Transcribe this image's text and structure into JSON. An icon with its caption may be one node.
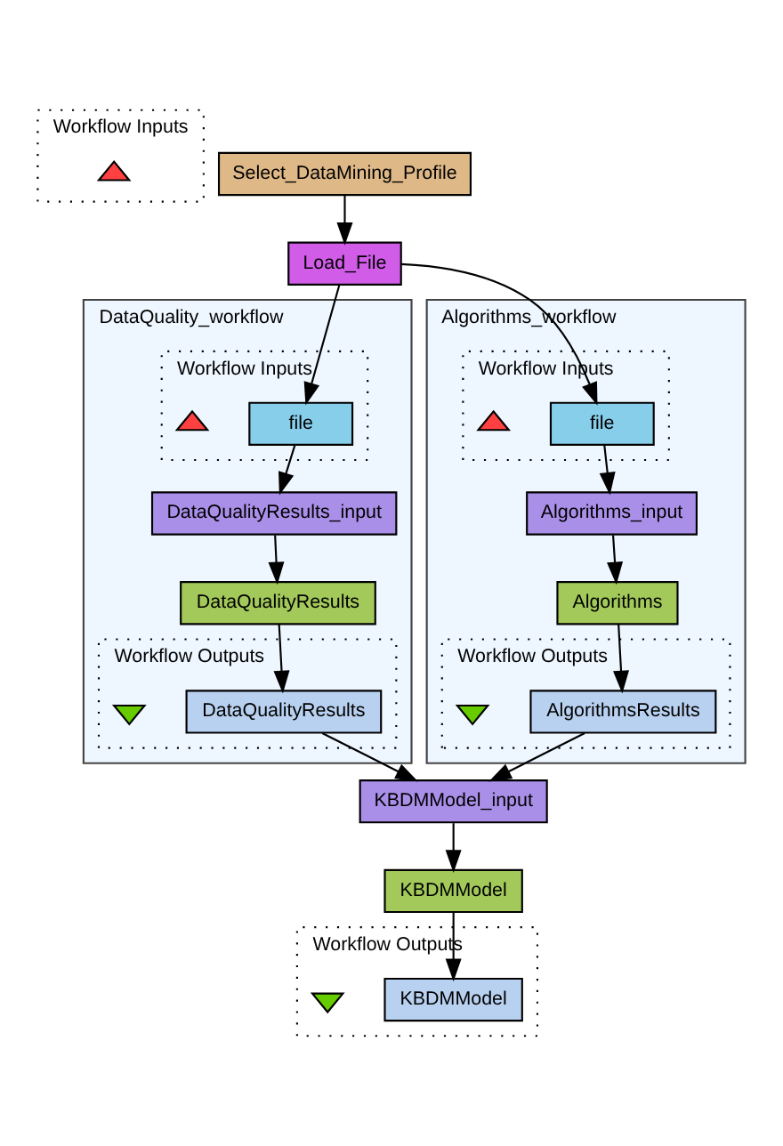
{
  "diagram": {
    "nodes": [
      {
        "text": [
          "Workflow Inputs"
        ]
      },
      {
        "text": [],
        "shape": "triangle",
        "in": 0
      },
      {
        "text": [
          "Select_DataMining_Profile"
        ]
      },
      {
        "text": [
          "Load_File"
        ]
      },
      {
        "text": [
          "DataQuality_workflow"
        ]
      },
      {
        "text": [
          "Workflow Inputs"
        ],
        "in": 4
      },
      {
        "text": [
          "file"
        ],
        "in": 5
      },
      {
        "text": [],
        "shape": "triangle",
        "in": 5
      },
      {
        "text": [
          "DataQualityResults_input"
        ],
        "in": 4
      },
      {
        "text": [
          "DataQualityResults"
        ],
        "in": 4
      },
      {
        "text": [
          "Workflow Outputs"
        ],
        "in": 4
      },
      {
        "text": [
          "DataQualityResults"
        ],
        "in": 10
      },
      {
        "text": [],
        "shape": "triangle",
        "in": 10
      },
      {
        "text": [
          "Algorithms_workflow"
        ]
      },
      {
        "text": [
          "Workflow Inputs"
        ],
        "in": 13
      },
      {
        "text": [
          "file"
        ],
        "in": 14
      },
      {
        "text": [],
        "shape": "triangle",
        "in": 14
      },
      {
        "text": [
          "Algorithms_input"
        ],
        "in": 13
      },
      {
        "text": [
          "Algorithms"
        ],
        "in": 13
      },
      {
        "text": [
          "Workflow Outputs"
        ],
        "in": 13
      },
      {
        "text": [
          "AlgorithmsResults"
        ],
        "in": 19
      },
      {
        "text": [],
        "shape": "triangle",
        "in": 19
      },
      {
        "text": [
          "KBDMModel_input"
        ]
      },
      {
        "text": [
          "KBDMModel"
        ]
      },
      {
        "text": [
          "Workflow Outputs"
        ]
      },
      {
        "text": [
          "KBDMModel"
        ],
        "in": 24
      },
      {
        "text": [],
        "shape": "triangle",
        "in": 24
      }
    ],
    "edges": [
      {
        "from": 2,
        "to": 3,
        "arrow": "to"
      },
      {
        "from": 3,
        "to": 6,
        "arrow": "to"
      },
      {
        "from": 3,
        "to": 15,
        "arrow": "to"
      },
      {
        "from": 6,
        "to": 8,
        "arrow": "to"
      },
      {
        "from": 8,
        "to": 9,
        "arrow": "to"
      },
      {
        "from": 9,
        "to": 11,
        "arrow": "to"
      },
      {
        "from": 15,
        "to": 17,
        "arrow": "to"
      },
      {
        "from": 17,
        "to": 18,
        "arrow": "to"
      },
      {
        "from": 18,
        "to": 20,
        "arrow": "to"
      },
      {
        "from": 11,
        "to": 22,
        "arrow": "to"
      },
      {
        "from": 20,
        "to": 22,
        "arrow": "to"
      },
      {
        "from": 22,
        "to": 23,
        "arrow": "to"
      },
      {
        "from": 23,
        "to": 25,
        "arrow": "to"
      }
    ]
  }
}
